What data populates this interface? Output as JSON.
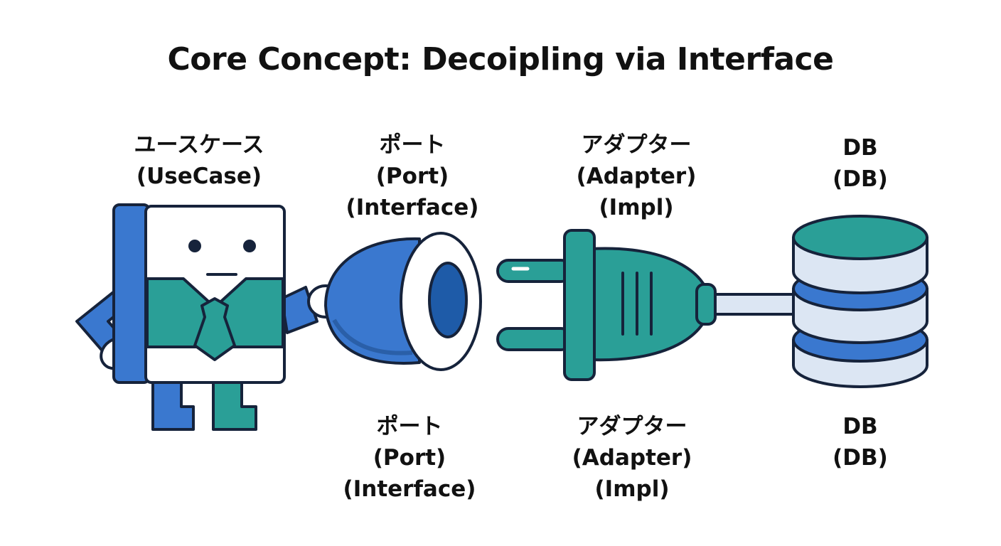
{
  "title": "Core Concept: Decoipling via Interface",
  "colors": {
    "blue": "#3a78cf",
    "teal": "#2a9f97",
    "outline": "#16233b",
    "white": "#ffffff",
    "light_blue": "#dce6f3"
  },
  "labels_top": {
    "usecase": {
      "line1": "ユースケース",
      "line2": "(UseCase)"
    },
    "port": {
      "line1": "ポート",
      "line2": "(Port)",
      "line3": "(Interface)"
    },
    "adapter": {
      "line1": "アダプター",
      "line2": "(Adapter)",
      "line3": "(Impl)"
    },
    "db": {
      "line1": "DB",
      "line2": "(DB)"
    }
  },
  "labels_bottom": {
    "port": {
      "line1": "ポート",
      "line2": "(Port)",
      "line3": "(Interface)"
    },
    "adapter": {
      "line1": "アダプター",
      "line2": "(Adapter)",
      "line3": "(Impl)"
    },
    "db": {
      "line1": "DB",
      "line2": "(DB)"
    }
  },
  "icons": {
    "usecase": "robot-character-icon",
    "port": "socket-icon",
    "adapter": "plug-icon",
    "db": "database-icon"
  }
}
